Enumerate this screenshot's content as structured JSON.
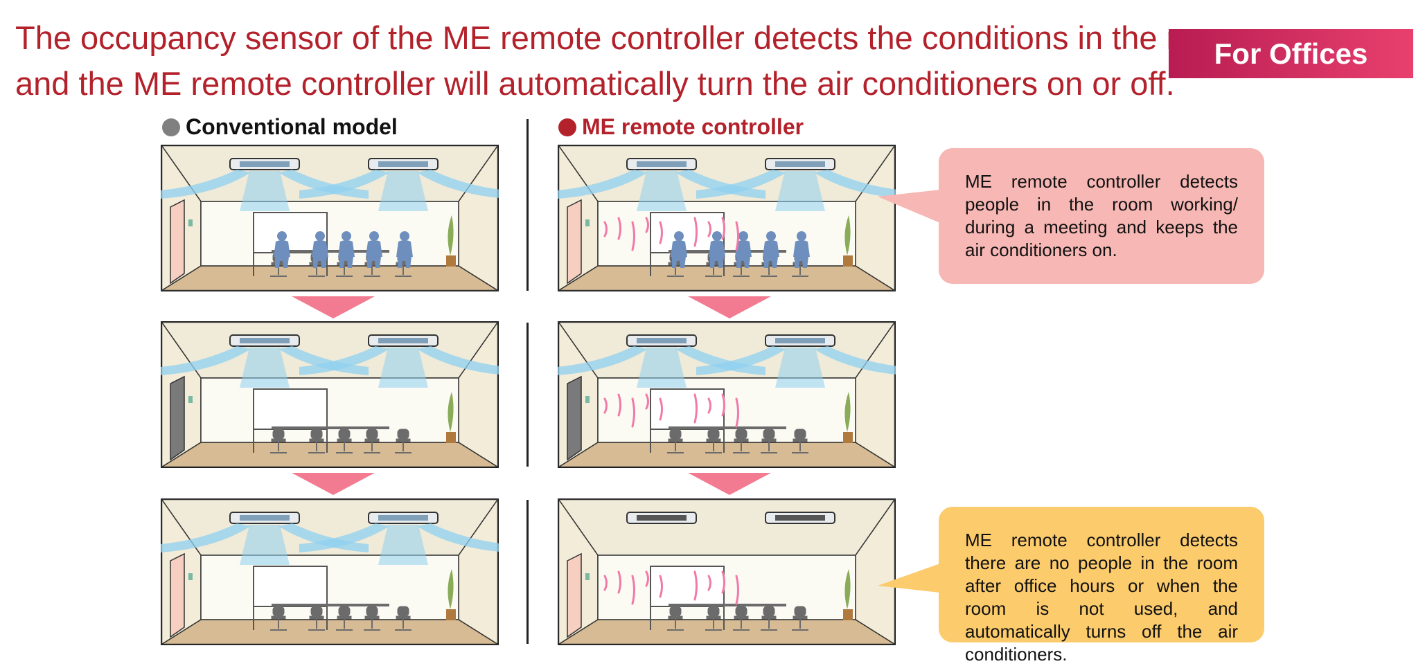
{
  "headline": {
    "line1": "The occupancy sensor of the ME remote controller detects the conditions in the room,",
    "line2": "and the ME remote controller will automatically turn the air conditioners on or off."
  },
  "badge": "For Offices",
  "columns": {
    "conventional": {
      "title": "Conventional model",
      "dot_color": "#808080"
    },
    "me": {
      "title": "ME remote controller",
      "dot_color": "#b3212b"
    }
  },
  "callouts": {
    "occupied": "ME remote controller detects people in the room working/ during a meeting and keeps the air conditioners on.",
    "vacant": "ME remote controller detects there are no people in the room after office hours or when the room is not used, and automatically turns off the air conditioners."
  },
  "colors": {
    "headline": "#b3212b",
    "badge": "#d42e60",
    "arrow": "#f27b91",
    "callout_occupied": "#f7b7b4",
    "callout_vacant": "#fccb6c",
    "airflow": "#8fd0f0",
    "sensor_waves": "#f07aa8"
  }
}
